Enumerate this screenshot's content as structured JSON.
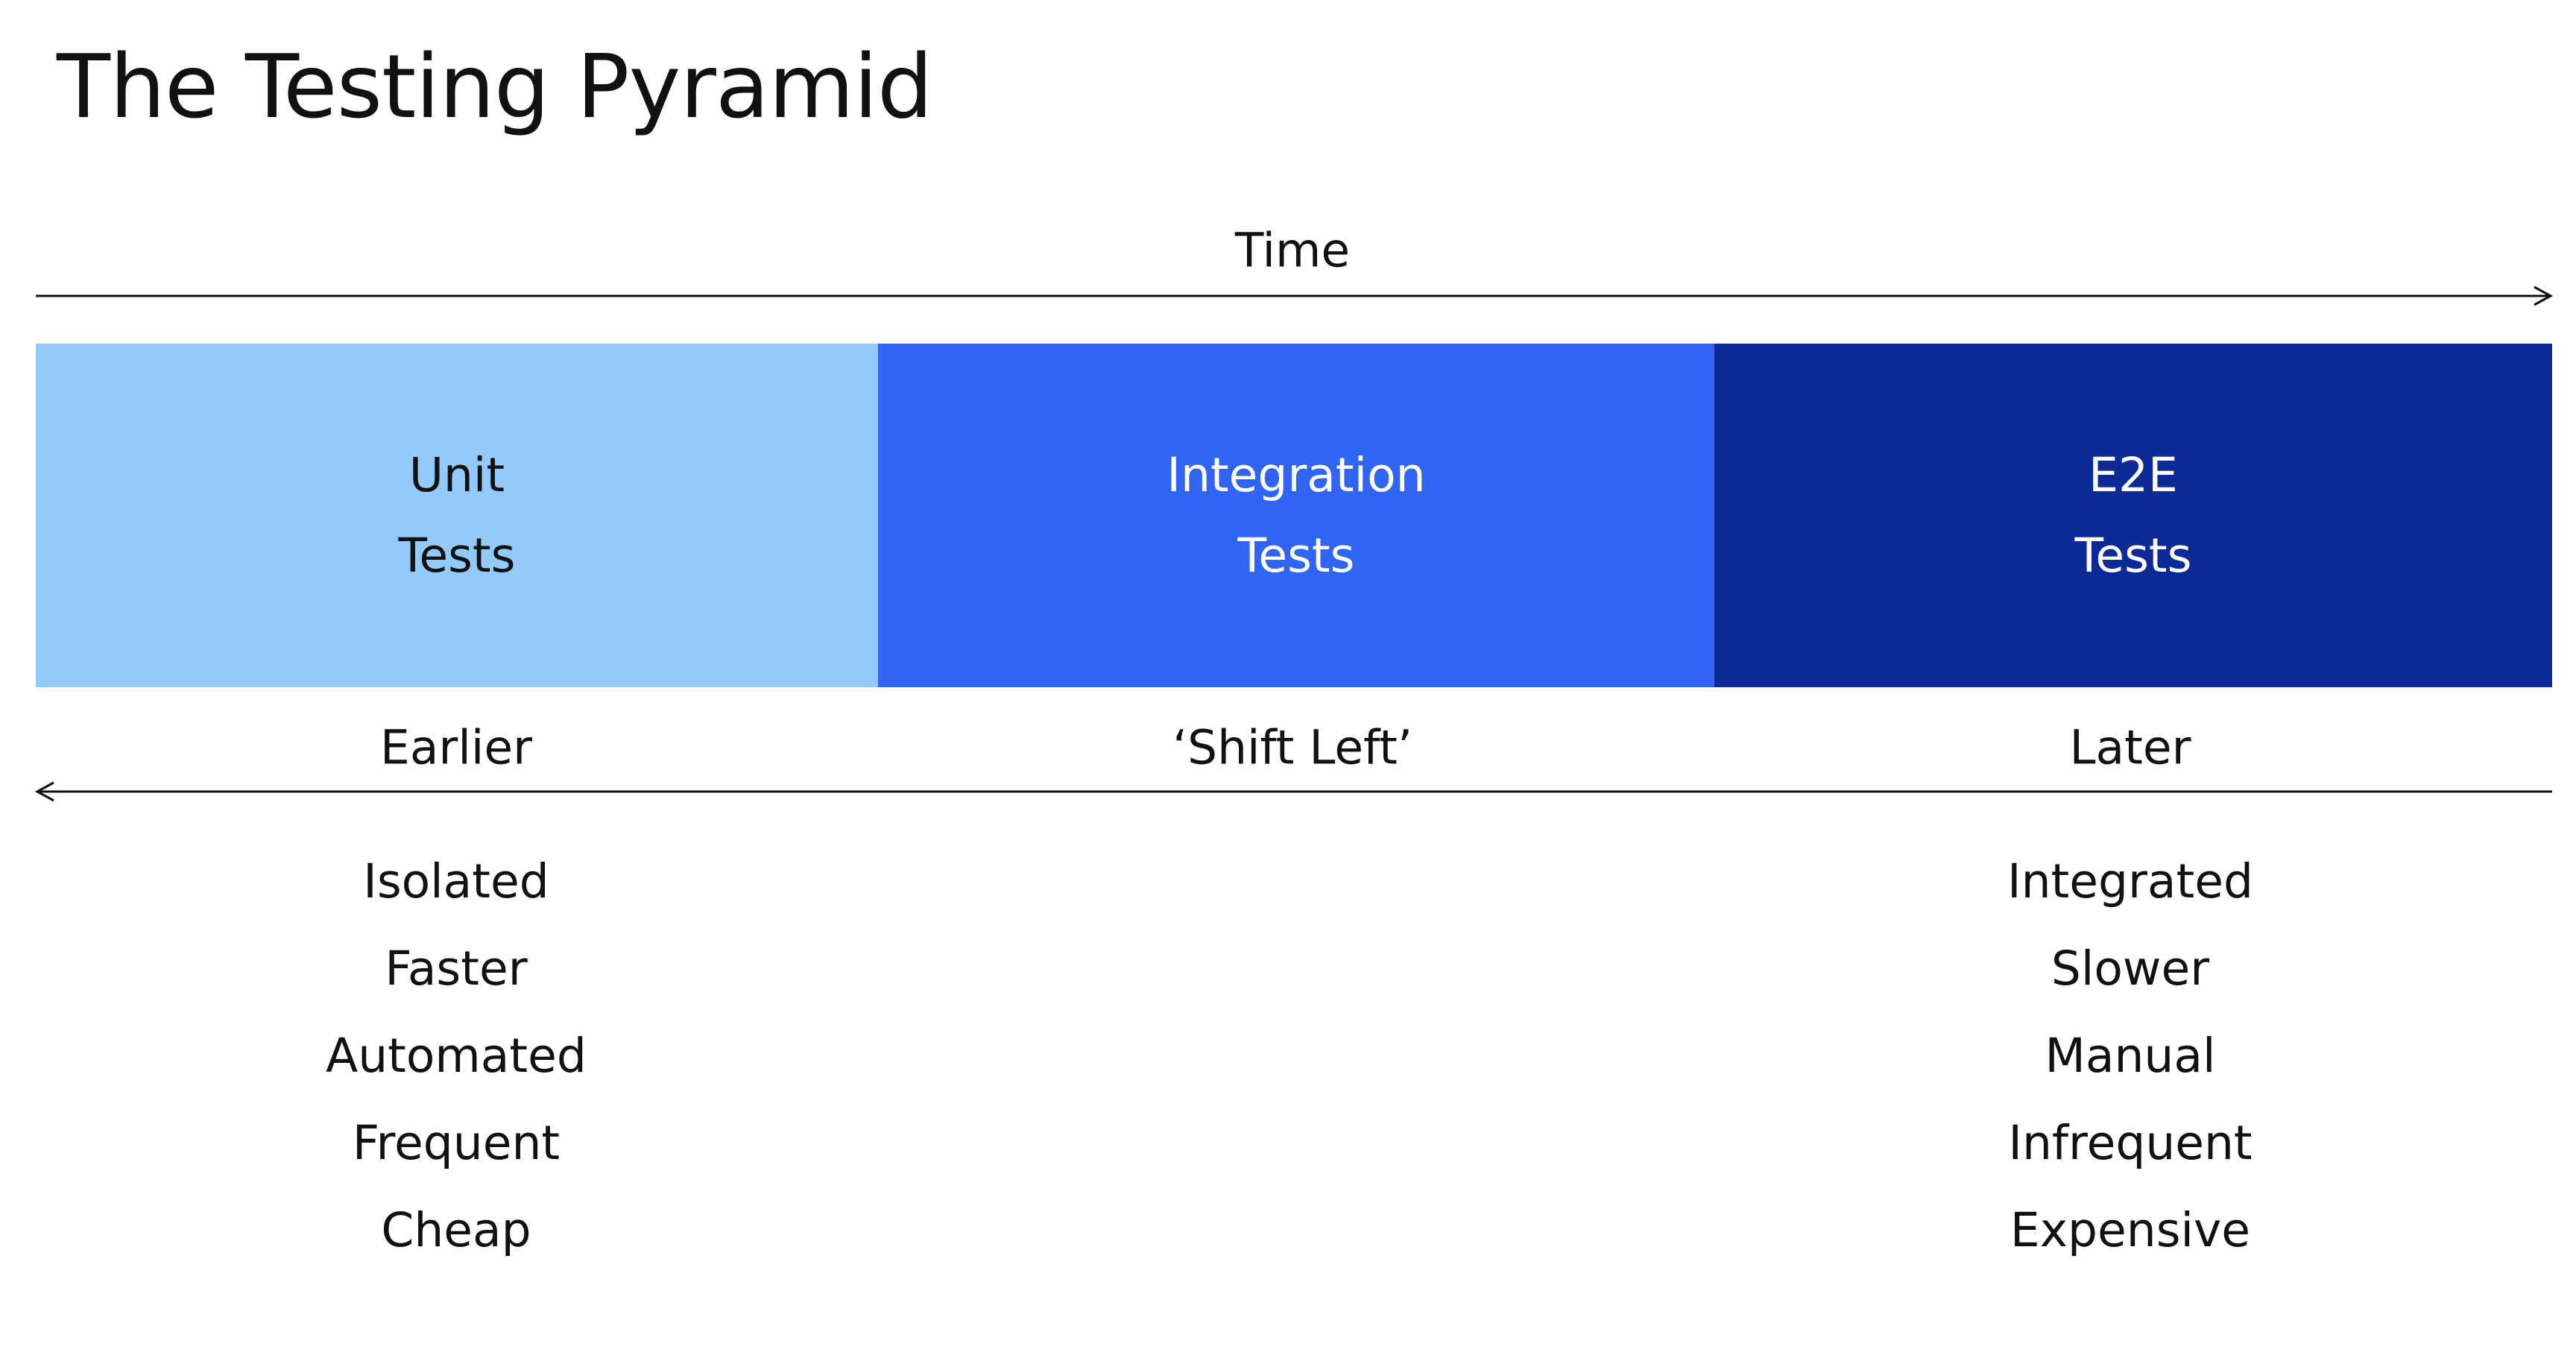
{
  "title": "The Testing Pyramid",
  "time_axis": {
    "label": "Time"
  },
  "segments": [
    {
      "line1": "Unit",
      "line2": "Tests",
      "color": "#94CAF9",
      "text_color": "#111111"
    },
    {
      "line1": "Integration",
      "line2": "Tests",
      "color": "#2F64F5",
      "text_color": "#FFFFFF"
    },
    {
      "line1": "E2E",
      "line2": "Tests",
      "color": "#0E2A96",
      "text_color": "#FFFFFF"
    }
  ],
  "shift_axis": {
    "left": "Earlier",
    "center": "‘Shift Left’",
    "right": "Later"
  },
  "left_traits": [
    "Isolated",
    "Faster",
    "Automated",
    "Frequent",
    "Cheap"
  ],
  "right_traits": [
    "Integrated",
    "Slower",
    "Manual",
    "Infrequent",
    "Expensive"
  ],
  "colors": {
    "line": "#111111",
    "background": "#FFFFFF"
  }
}
